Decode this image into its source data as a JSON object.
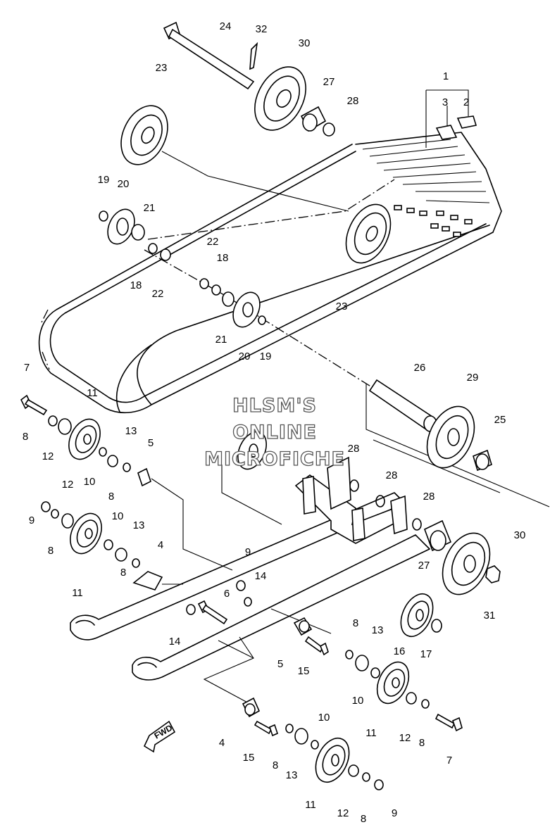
{
  "watermark": {
    "line1": "HLSM'S",
    "line2": "ONLINE",
    "line3": "MICROFICHE"
  },
  "direction_badge": "FWD",
  "callouts": [
    {
      "id": "c1",
      "text": "1"
    },
    {
      "id": "c2",
      "text": "2"
    },
    {
      "id": "c3",
      "text": "3"
    },
    {
      "id": "c24",
      "text": "24"
    },
    {
      "id": "c32",
      "text": "32"
    },
    {
      "id": "c30a",
      "text": "30"
    },
    {
      "id": "c23a",
      "text": "23"
    },
    {
      "id": "c27a",
      "text": "27"
    },
    {
      "id": "c28a",
      "text": "28"
    },
    {
      "id": "c19a",
      "text": "19"
    },
    {
      "id": "c20a",
      "text": "20"
    },
    {
      "id": "c21a",
      "text": "21"
    },
    {
      "id": "c18a",
      "text": "18"
    },
    {
      "id": "c22a",
      "text": "22"
    },
    {
      "id": "c22b",
      "text": "22"
    },
    {
      "id": "c18b",
      "text": "18"
    },
    {
      "id": "c23b",
      "text": "23"
    },
    {
      "id": "c21b",
      "text": "21"
    },
    {
      "id": "c20b",
      "text": "20"
    },
    {
      "id": "c19b",
      "text": "19"
    },
    {
      "id": "c7a",
      "text": "7"
    },
    {
      "id": "c11a",
      "text": "11"
    },
    {
      "id": "c8a",
      "text": "8"
    },
    {
      "id": "c12a",
      "text": "12"
    },
    {
      "id": "c13a",
      "text": "13"
    },
    {
      "id": "c10a",
      "text": "10"
    },
    {
      "id": "c5a",
      "text": "5"
    },
    {
      "id": "c8b",
      "text": "8"
    },
    {
      "id": "c12b",
      "text": "12"
    },
    {
      "id": "c9a",
      "text": "9"
    },
    {
      "id": "c8c",
      "text": "8"
    },
    {
      "id": "c10b",
      "text": "10"
    },
    {
      "id": "c13b",
      "text": "13"
    },
    {
      "id": "c11b",
      "text": "11"
    },
    {
      "id": "c4a",
      "text": "4"
    },
    {
      "id": "c8d",
      "text": "8"
    },
    {
      "id": "c26",
      "text": "26"
    },
    {
      "id": "c29",
      "text": "29"
    },
    {
      "id": "c25",
      "text": "25"
    },
    {
      "id": "c28b",
      "text": "28"
    },
    {
      "id": "c28c",
      "text": "28"
    },
    {
      "id": "c28d",
      "text": "28"
    },
    {
      "id": "c30b",
      "text": "30"
    },
    {
      "id": "c27b",
      "text": "27"
    },
    {
      "id": "c31",
      "text": "31"
    },
    {
      "id": "c9b",
      "text": "9"
    },
    {
      "id": "c14a",
      "text": "14"
    },
    {
      "id": "c6",
      "text": "6"
    },
    {
      "id": "c14b",
      "text": "14"
    },
    {
      "id": "c16",
      "text": "16"
    },
    {
      "id": "c17",
      "text": "17"
    },
    {
      "id": "c8e",
      "text": "8"
    },
    {
      "id": "c13c",
      "text": "13"
    },
    {
      "id": "c5b",
      "text": "5"
    },
    {
      "id": "c15a",
      "text": "15"
    },
    {
      "id": "c10c",
      "text": "10"
    },
    {
      "id": "c11c",
      "text": "11"
    },
    {
      "id": "c12c",
      "text": "12"
    },
    {
      "id": "c8f",
      "text": "8"
    },
    {
      "id": "c7b",
      "text": "7"
    },
    {
      "id": "c4b",
      "text": "4"
    },
    {
      "id": "c15b",
      "text": "15"
    },
    {
      "id": "c10d",
      "text": "10"
    },
    {
      "id": "c8g",
      "text": "8"
    },
    {
      "id": "c13d",
      "text": "13"
    },
    {
      "id": "c11d",
      "text": "11"
    },
    {
      "id": "c12d",
      "text": "12"
    },
    {
      "id": "c8h",
      "text": "8"
    },
    {
      "id": "c9c",
      "text": "9"
    }
  ]
}
